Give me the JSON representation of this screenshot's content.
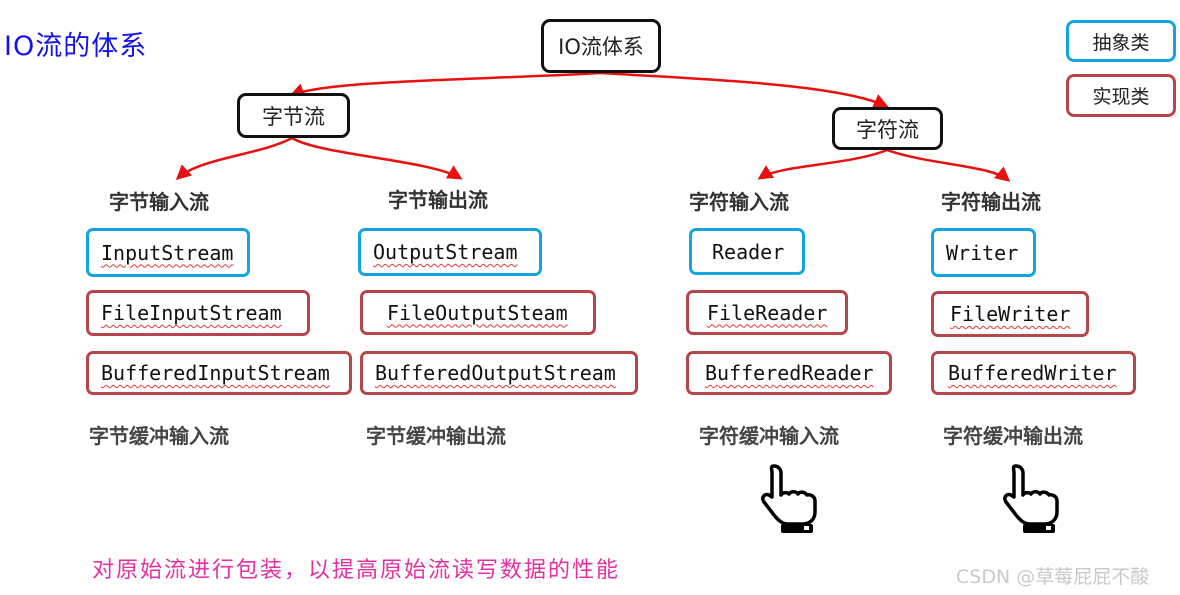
{
  "title": "IO流的体系",
  "root": "IO流体系",
  "legend": {
    "abstract": "抽象类",
    "impl": "实现类"
  },
  "byte_stream": {
    "label": "字节流",
    "input": {
      "label": "字节输入流",
      "abstract": "InputStream",
      "impl": "FileInputStream",
      "buffered": "BufferedInputStream",
      "buffered_label": "字节缓冲输入流"
    },
    "output": {
      "label": "字节输出流",
      "abstract": "OutputStream",
      "impl": "FileOutputSteam",
      "buffered": "BufferedOutputStream",
      "buffered_label": "字节缓冲输出流"
    }
  },
  "char_stream": {
    "label": "字符流",
    "input": {
      "label": "字符输入流",
      "abstract": "Reader",
      "impl": "FileReader",
      "buffered": "BufferedReader",
      "buffered_label": "字符缓冲输入流"
    },
    "output": {
      "label": "字符输出流",
      "abstract": "Writer",
      "impl": "FileWriter",
      "buffered": "BufferedWriter",
      "buffered_label": "字符缓冲输出流"
    }
  },
  "note": "对原始流进行包装，以提高原始流读写数据的性能",
  "watermark": "CSDN @草莓屁屁不酸",
  "colors": {
    "abstract_border": "#12a6dd",
    "impl_border": "#b5474c",
    "arrow": "#e81010",
    "title": "#1414e8",
    "note": "#e62fa0"
  },
  "icons": [
    "pointing-hand-icon",
    "pointing-hand-icon"
  ]
}
